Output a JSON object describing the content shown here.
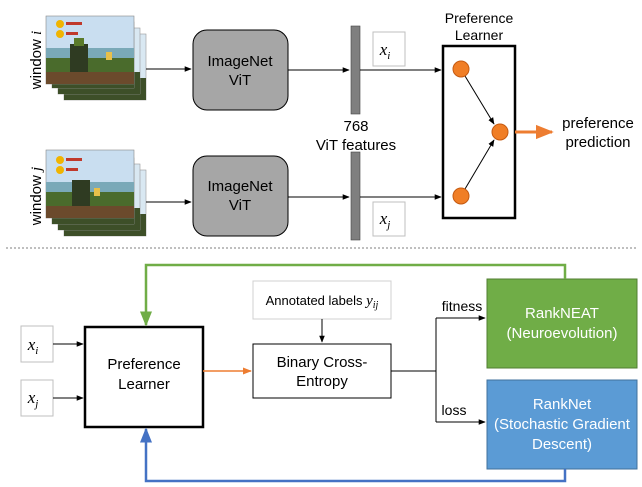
{
  "top": {
    "window_i_label": "window",
    "window_i_var": "i",
    "window_j_label": "window",
    "window_j_var": "j",
    "vit_i": {
      "line1": "ImageNet",
      "line2": "ViT"
    },
    "vit_j": {
      "line1": "ImageNet",
      "line2": "ViT"
    },
    "features_count": "768",
    "features_label": "ViT features",
    "x_i": {
      "base": "x",
      "sub": "i"
    },
    "x_j": {
      "base": "x",
      "sub": "j"
    },
    "preference_learner": {
      "line1": "Preference",
      "line2": "Learner"
    },
    "output": {
      "line1": "preference",
      "line2": "prediction"
    }
  },
  "bottom": {
    "input_i": {
      "base": "x",
      "sub": "i"
    },
    "input_j": {
      "base": "x",
      "sub": "j"
    },
    "learner": {
      "line1": "Preference",
      "line2": "Learner"
    },
    "annotated": {
      "text": "Annotated labels ",
      "var": "y",
      "sub": "ij"
    },
    "bce": {
      "line1": "Binary Cross-",
      "line2": "Entropy"
    },
    "fitness_label": "fitness",
    "loss_label": "loss",
    "rankneat": {
      "line1": "RankNEAT",
      "line2": "(Neuroevolution)"
    },
    "ranknet": {
      "line1": "RankNet",
      "line2": "(Stochastic Gradient",
      "line3": "Descent)"
    }
  },
  "colors": {
    "node_orange": "#f07e26",
    "output_arrow": "#ed7d31",
    "vit_fill": "#a6a6a6",
    "feature_bar": "#7f7f7f",
    "rankneat_green": "#70ad47",
    "ranknet_blue": "#5b9bd5",
    "feedback_green": "#70ad47",
    "feedback_blue": "#4472c4"
  }
}
